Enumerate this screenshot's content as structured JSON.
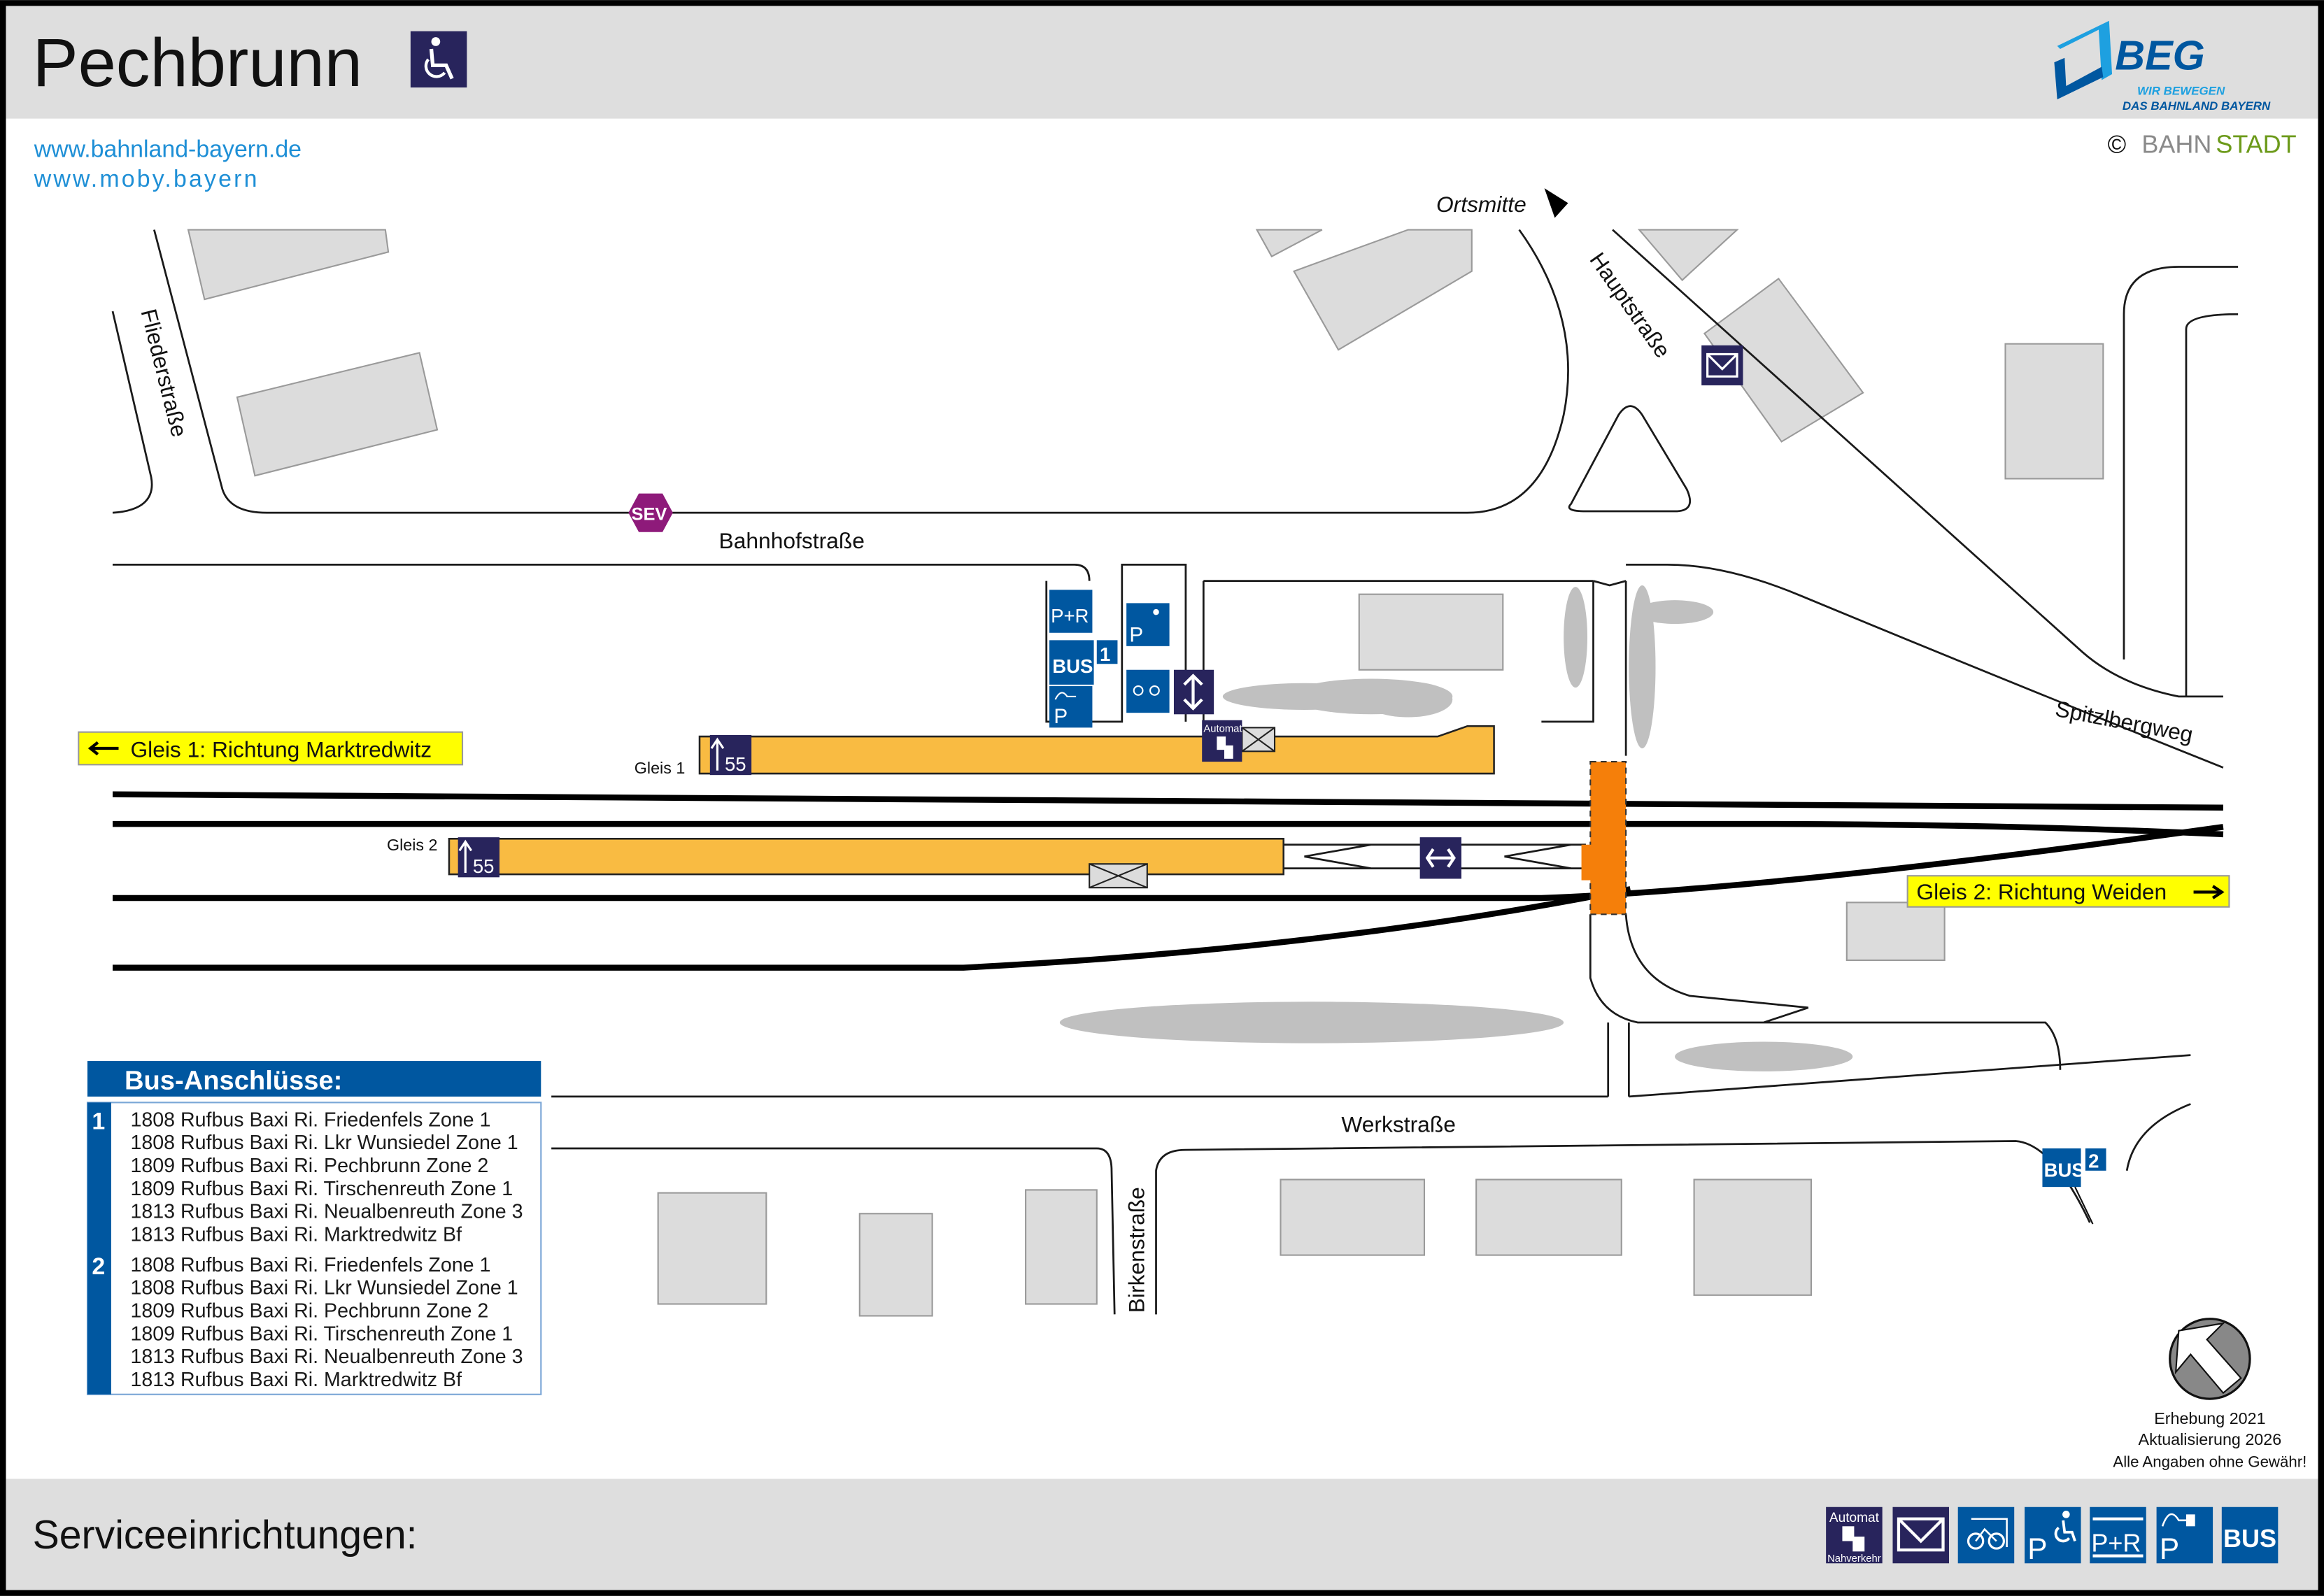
{
  "header": {
    "title": "Pechbrunn",
    "links": [
      "www.bahnland-bayern.de",
      "www.moby.bayern"
    ],
    "logo": {
      "name": "BEG",
      "tagline1": "WIR BEWEGEN",
      "tagline2": "DAS BAHNLAND BAYERN"
    },
    "copyright": {
      "symbol": "©",
      "part1": "BAHN",
      "part2": "STADT"
    }
  },
  "map": {
    "streets": {
      "fliederstrasse": "Fliederstraße",
      "bahnhofstrasse": "Bahnhofstraße",
      "hauptstrasse": "Hauptstraße",
      "spitzlbergweg": "Spitzlbergweg",
      "werkstrasse": "Werkstraße",
      "birkenstrasse": "Birkenstraße"
    },
    "ortsmitte": "Ortsmitte",
    "sev": "SEV",
    "gleis1_direction": "Gleis 1: Richtung Marktredwitz",
    "gleis2_direction": "Gleis 2: Richtung Weiden",
    "gleis1_label": "Gleis 1",
    "gleis2_label": "Gleis 2",
    "platform_height": "55",
    "bus_stop_1": "1",
    "bus_stop_2": "2",
    "icons": {
      "pr": "P+R",
      "bus": "BUS",
      "p": "P",
      "automat": "Automat"
    }
  },
  "bus_connections": {
    "title": "Bus-Anschlüsse:",
    "groups": [
      {
        "stop": "1",
        "lines": [
          "1808 Rufbus Baxi Ri. Friedenfels Zone 1",
          "1808 Rufbus Baxi Ri. Lkr Wunsiedel Zone 1",
          "1809 Rufbus Baxi Ri. Pechbrunn Zone 2",
          "1809 Rufbus Baxi Ri. Tirschenreuth Zone 1",
          "1813 Rufbus Baxi Ri. Neualbenreuth Zone 3",
          "1813 Rufbus Baxi Ri. Marktredwitz Bf"
        ]
      },
      {
        "stop": "2",
        "lines": [
          "1808 Rufbus Baxi Ri. Friedenfels Zone 1",
          "1808 Rufbus Baxi Ri. Lkr Wunsiedel Zone 1",
          "1809 Rufbus Baxi Ri. Pechbrunn Zone 2",
          "1809 Rufbus Baxi Ri. Tirschenreuth Zone 1",
          "1813 Rufbus Baxi Ri. Neualbenreuth Zone 3",
          "1813 Rufbus Baxi Ri. Marktredwitz Bf"
        ]
      }
    ]
  },
  "info": {
    "survey": "Erhebung 2021",
    "update": "Aktualisierung 2026",
    "disclaimer": "Alle Angaben ohne Gewähr!"
  },
  "footer": {
    "title": "Serviceeinrichtungen:",
    "automat_top": "Automat",
    "automat_bottom": "Nahverkehr",
    "pr": "P+R",
    "p": "P",
    "bus": "BUS"
  },
  "colors": {
    "brand_blue": "#0057a0",
    "navy": "#28245c",
    "platform": "#f9bb42",
    "crossing": "#f57f0a",
    "direction_yellow": "#ffff00",
    "link": "#1e8fd6"
  }
}
